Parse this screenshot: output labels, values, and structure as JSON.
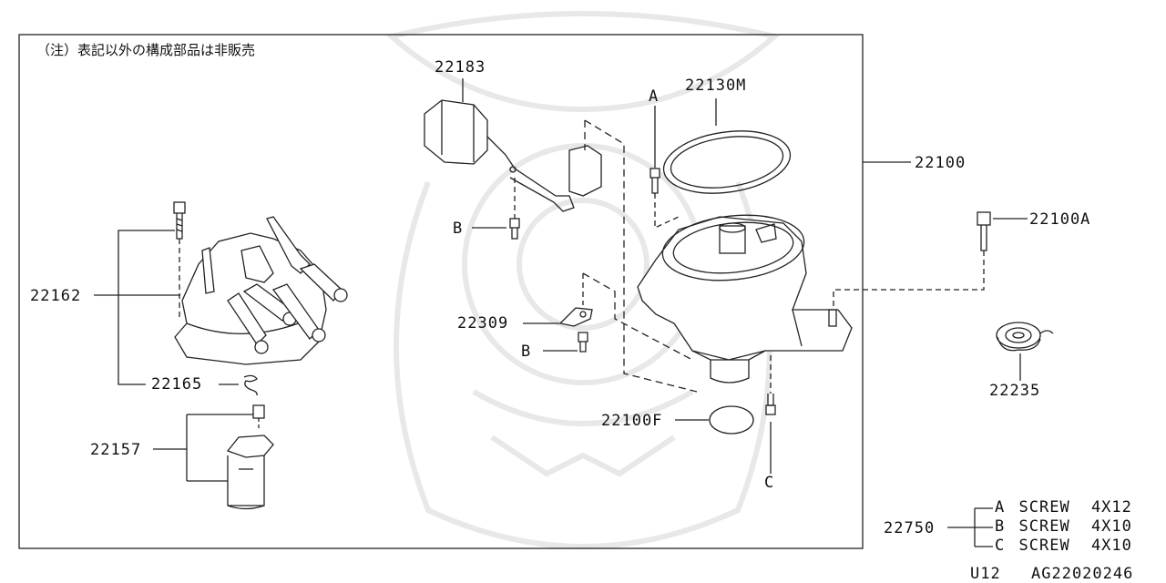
{
  "note": "（注）表記以外の構成部品は非販売",
  "parts": {
    "p22183": "22183",
    "p22130M": "22130M",
    "p22100": "22100",
    "p22100A": "22100A",
    "p22162": "22162",
    "p22165": "22165",
    "p22157": "22157",
    "p22309": "22309",
    "p22100F": "22100F",
    "p22235": "22235",
    "p22750": "22750"
  },
  "callouts": {
    "A": "A",
    "B_upper": "B",
    "B_lower": "B",
    "C": "C"
  },
  "screw_list": [
    {
      "letter": "A",
      "name": "SCREW",
      "size": "4X12"
    },
    {
      "letter": "B",
      "name": "SCREW",
      "size": "4X10"
    },
    {
      "letter": "C",
      "name": "SCREW",
      "size": "4X10"
    }
  ],
  "footer": {
    "code": "U12",
    "ref": "AG22020246"
  }
}
